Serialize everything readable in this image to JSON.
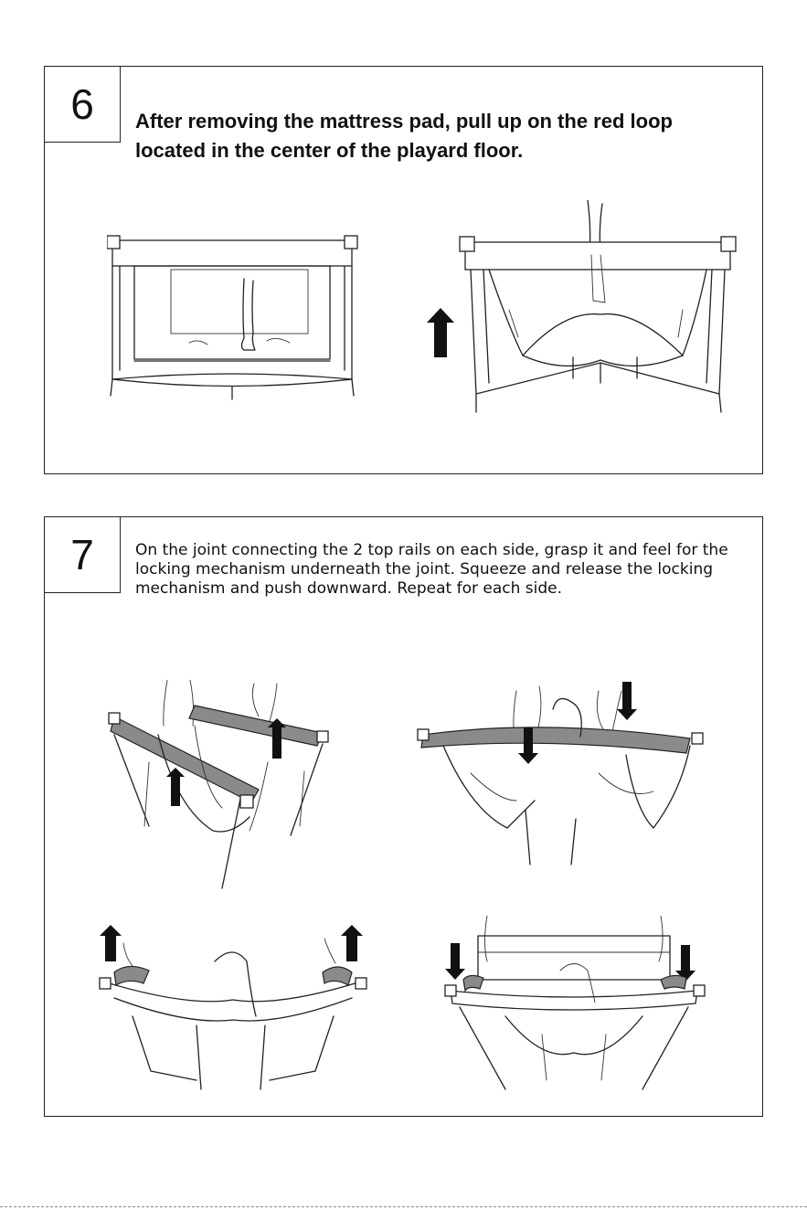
{
  "steps": [
    {
      "number": "6",
      "instruction": "After removing the mattress pad, pull up on the red loop located in the center of the playard floor."
    },
    {
      "number": "7",
      "instruction": "On the joint connecting the 2 top rails on each side, grasp it and feel for the locking mechanism underneath the joint. Squeeze and release the locking mechanism and push downward. Repeat for each side."
    }
  ]
}
